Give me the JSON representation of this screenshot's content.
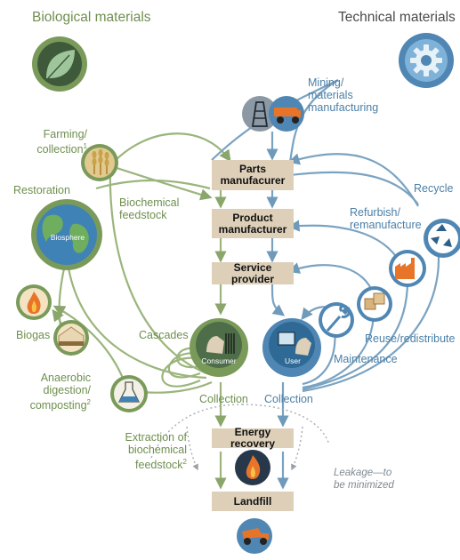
{
  "headings": {
    "biological": "Biological materials",
    "technical": "Technical materials"
  },
  "biological_labels": {
    "farming": "Farming/\ncollection",
    "farming_sup": "1",
    "restoration": "Restoration",
    "biosphere": "Biosphere",
    "biochemical_feedstock": "Biochemical\nfeedstock",
    "biogas": "Biogas",
    "anaerobic": "Anaerobic\ndigestion/\ncomposting",
    "anaerobic_sup": "2",
    "extraction": "Extraction of\nbiochemical feedstock",
    "extraction_sup": "2",
    "cascades": "Cascades",
    "consumer": "Consumer",
    "collection_left": "Collection"
  },
  "technical_labels": {
    "mining": "Mining/\nmaterials\nmanufacturing",
    "recycle": "Recycle",
    "refurbish": "Refurbish/\nremanufacture",
    "reuse": "Reuse/redistribute",
    "maintenance": "Maintenance",
    "user": "User",
    "collection_right": "Collection"
  },
  "boxes": {
    "parts": "Parts\nmanufacurer",
    "product": "Product\nmanufacturer",
    "service": "Service provider",
    "energy": "Energy recovery",
    "landfill": "Landfill"
  },
  "leakage": "Leakage—to\nbe minimized",
  "icons": [
    "leaf-icon",
    "gear-icon",
    "oil-rig-icon",
    "mining-truck-icon",
    "wheat-icon",
    "globe-icon",
    "flame-icon",
    "compost-icon",
    "flask-icon",
    "recycle-icon",
    "factory-icon",
    "boxes-icon",
    "wrench-icon",
    "consumer-icon",
    "user-icon",
    "dump-truck-icon"
  ],
  "colors": {
    "biological_green": "#7a9a5a",
    "technical_blue": "#4f86b3",
    "box_tan": "#ddcfb8",
    "dark_green": "#3d5a3a",
    "flame_orange": "#e8742a"
  }
}
